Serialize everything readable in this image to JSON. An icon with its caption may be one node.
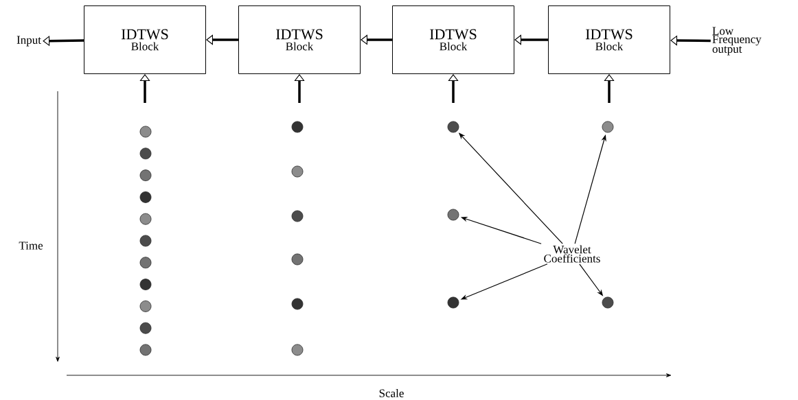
{
  "diagram": {
    "nodes": [
      {
        "text": [
          "IDTWS",
          "Block"
        ]
      },
      {
        "text": [
          "IDTWS",
          "Block"
        ]
      },
      {
        "text": [
          "IDTWS",
          "Block"
        ]
      },
      {
        "text": [
          "IDTWS",
          "Block"
        ]
      },
      {
        "text": [
          "Input"
        ]
      },
      {
        "text": [
          "Low Frequency output"
        ]
      },
      {
        "text": [
          "Wavelet Coefficients"
        ]
      },
      {
        "text": [],
        "shape": "circle"
      },
      {
        "text": [],
        "shape": "circle"
      },
      {
        "text": [],
        "shape": "circle"
      },
      {
        "text": [],
        "shape": "circle"
      },
      {
        "text": [],
        "shape": "circle"
      },
      {
        "text": [],
        "shape": "circle"
      },
      {
        "text": [],
        "shape": "circle"
      },
      {
        "text": [],
        "shape": "circle"
      },
      {
        "text": [],
        "shape": "circle"
      },
      {
        "text": [],
        "shape": "circle"
      },
      {
        "text": [],
        "shape": "circle"
      },
      {
        "text": [],
        "shape": "circle"
      },
      {
        "text": [],
        "shape": "circle"
      },
      {
        "text": [],
        "shape": "circle"
      },
      {
        "text": [],
        "shape": "circle"
      },
      {
        "text": [],
        "shape": "circle"
      },
      {
        "text": [],
        "shape": "circle"
      },
      {
        "text": [],
        "shape": "circle"
      },
      {
        "text": [],
        "shape": "circle"
      },
      {
        "text": [],
        "shape": "circle"
      },
      {
        "text": [],
        "shape": "circle"
      },
      {
        "text": [],
        "shape": "circle"
      }
    ],
    "edges": [
      {
        "from": 0,
        "to": 4,
        "arrow": "to"
      },
      {
        "from": 1,
        "to": 0,
        "arrow": "to"
      },
      {
        "from": 2,
        "to": 1,
        "arrow": "to"
      },
      {
        "from": 3,
        "to": 2,
        "arrow": "to"
      },
      {
        "from": 5,
        "to": 3,
        "arrow": "to"
      },
      {
        "from": null,
        "to": 0,
        "arrow": "to"
      },
      {
        "from": null,
        "to": 1,
        "arrow": "to"
      },
      {
        "from": null,
        "to": 2,
        "arrow": "to"
      },
      {
        "from": null,
        "to": 3,
        "arrow": "to"
      },
      {
        "from": 6,
        "to": 24,
        "arrow": "to"
      },
      {
        "from": 6,
        "to": 25,
        "arrow": "to"
      },
      {
        "from": 6,
        "to": 26,
        "arrow": "to"
      },
      {
        "from": 6,
        "to": 27,
        "arrow": "to"
      },
      {
        "from": 6,
        "to": 28,
        "arrow": "to"
      }
    ],
    "labels": [
      "Time",
      "Scale"
    ]
  }
}
